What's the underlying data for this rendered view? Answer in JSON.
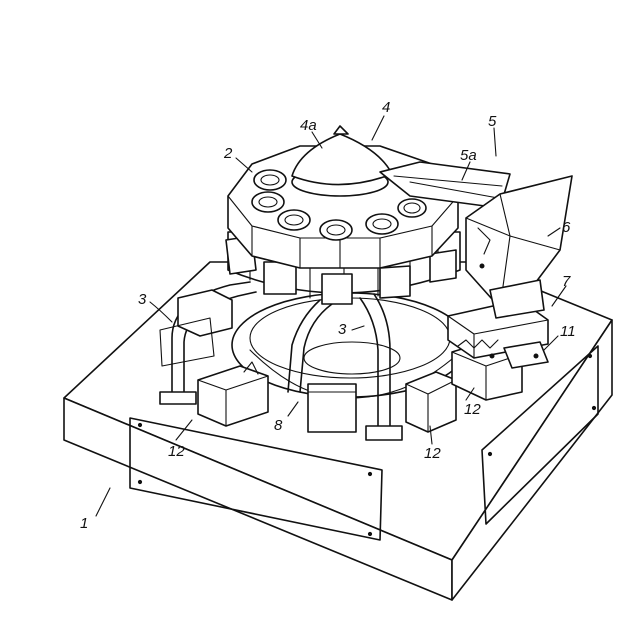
{
  "figure": {
    "labels": {
      "base": "1",
      "turntable": "2",
      "leg_left": "3",
      "leg_center": "3",
      "cone_unit": "4",
      "cone_top": "4a",
      "chute": "5",
      "chute_inner": "5a",
      "hopper": "6",
      "feed_unit": "7",
      "bowl": "8",
      "motor_right": "11",
      "weigher_left": "12",
      "weigher_right": "12",
      "weigher_front": "12"
    }
  }
}
